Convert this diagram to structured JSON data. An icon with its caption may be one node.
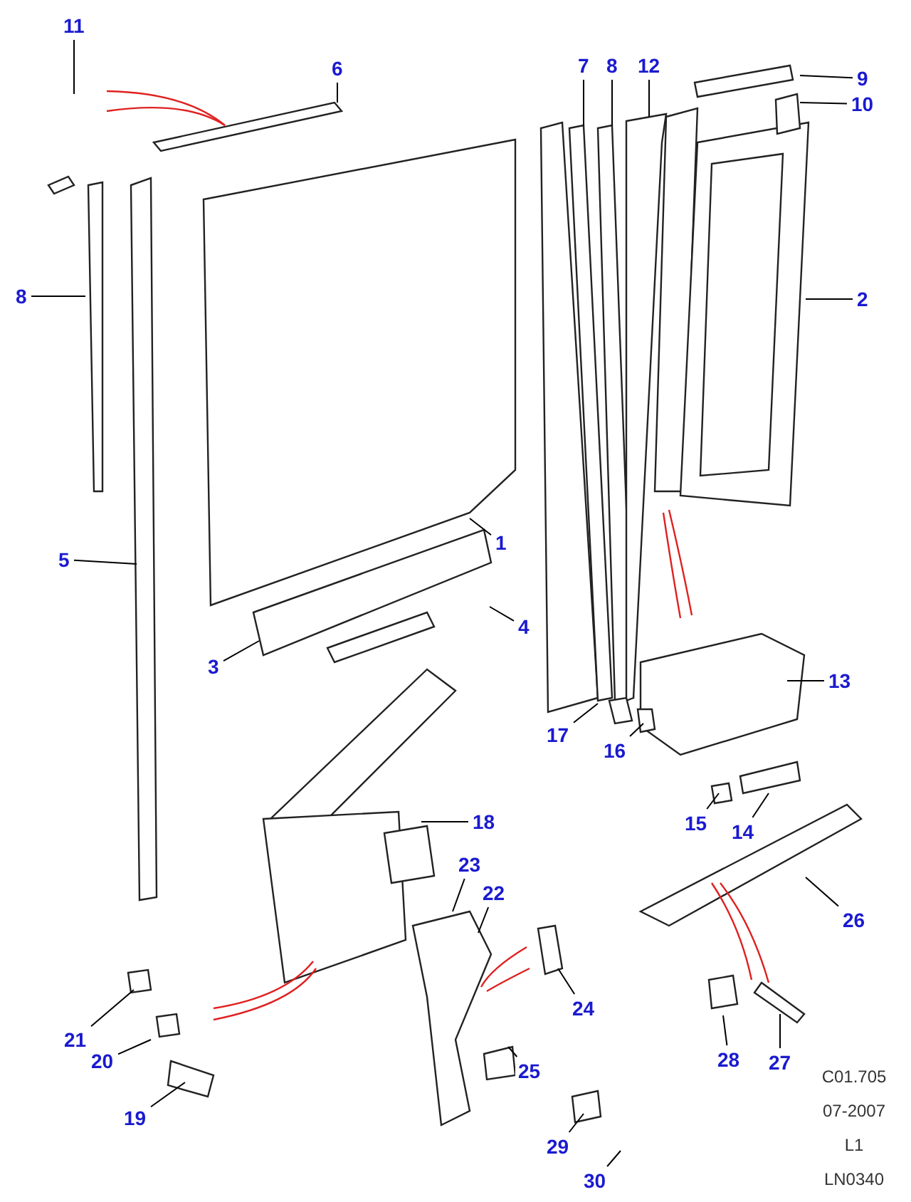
{
  "diagram": {
    "nodes": [
      {
        "text": [
          "11"
        ]
      },
      {
        "text": [
          "6"
        ]
      },
      {
        "text": [
          "7"
        ]
      },
      {
        "text": [
          "8"
        ]
      },
      {
        "text": [
          "12"
        ]
      },
      {
        "text": [
          "9"
        ]
      },
      {
        "text": [
          "10"
        ]
      },
      {
        "text": [
          "8"
        ]
      },
      {
        "text": [
          "2"
        ]
      },
      {
        "text": [
          "5"
        ]
      },
      {
        "text": [
          "1"
        ]
      },
      {
        "text": [
          "4"
        ]
      },
      {
        "text": [
          "3"
        ]
      },
      {
        "text": [
          "13"
        ]
      },
      {
        "text": [
          "17"
        ]
      },
      {
        "text": [
          "16"
        ]
      },
      {
        "text": [
          "15"
        ]
      },
      {
        "text": [
          "14"
        ]
      },
      {
        "text": [
          "18"
        ]
      },
      {
        "text": [
          "23"
        ]
      },
      {
        "text": [
          "22"
        ]
      },
      {
        "text": [
          "26"
        ]
      },
      {
        "text": [
          "24"
        ]
      },
      {
        "text": [
          "21"
        ]
      },
      {
        "text": [
          "20"
        ]
      },
      {
        "text": [
          "25"
        ]
      },
      {
        "text": [
          "28"
        ]
      },
      {
        "text": [
          "27"
        ]
      },
      {
        "text": [
          "19"
        ]
      },
      {
        "text": [
          "29"
        ]
      },
      {
        "text": [
          "30"
        ]
      }
    ],
    "edges": [
      {
        "from": 0,
        "to": null,
        "arrow": "none"
      },
      {
        "from": 1,
        "to": null,
        "arrow": "none"
      },
      {
        "from": 2,
        "to": null,
        "arrow": "none"
      },
      {
        "from": 3,
        "to": null,
        "arrow": "none"
      },
      {
        "from": 4,
        "to": null,
        "arrow": "none"
      },
      {
        "from": 5,
        "to": null,
        "arrow": "none"
      },
      {
        "from": 6,
        "to": null,
        "arrow": "none"
      },
      {
        "from": 7,
        "to": null,
        "arrow": "none"
      },
      {
        "from": 8,
        "to": null,
        "arrow": "none"
      },
      {
        "from": 9,
        "to": null,
        "arrow": "none"
      },
      {
        "from": 10,
        "to": null,
        "arrow": "none"
      },
      {
        "from": 11,
        "to": null,
        "arrow": "none"
      },
      {
        "from": 12,
        "to": null,
        "arrow": "none"
      },
      {
        "from": 13,
        "to": null,
        "arrow": "none"
      },
      {
        "from": 14,
        "to": null,
        "arrow": "none"
      },
      {
        "from": 15,
        "to": null,
        "arrow": "none"
      },
      {
        "from": 16,
        "to": null,
        "arrow": "none"
      },
      {
        "from": 17,
        "to": null,
        "arrow": "none"
      },
      {
        "from": 18,
        "to": null,
        "arrow": "none"
      },
      {
        "from": 19,
        "to": null,
        "arrow": "none"
      },
      {
        "from": 20,
        "to": null,
        "arrow": "none"
      },
      {
        "from": 21,
        "to": null,
        "arrow": "none"
      },
      {
        "from": 22,
        "to": null,
        "arrow": "none"
      },
      {
        "from": 23,
        "to": null,
        "arrow": "none"
      },
      {
        "from": 24,
        "to": null,
        "arrow": "none"
      },
      {
        "from": 25,
        "to": null,
        "arrow": "none"
      },
      {
        "from": 26,
        "to": null,
        "arrow": "none"
      },
      {
        "from": 27,
        "to": null,
        "arrow": "none"
      },
      {
        "from": 28,
        "to": null,
        "arrow": "none"
      },
      {
        "from": 29,
        "to": null,
        "arrow": "none"
      },
      {
        "from": 30,
        "to": null,
        "arrow": "none"
      }
    ],
    "labels": [
      "C01.705",
      "07-2007",
      "L1",
      "LN0340"
    ]
  }
}
